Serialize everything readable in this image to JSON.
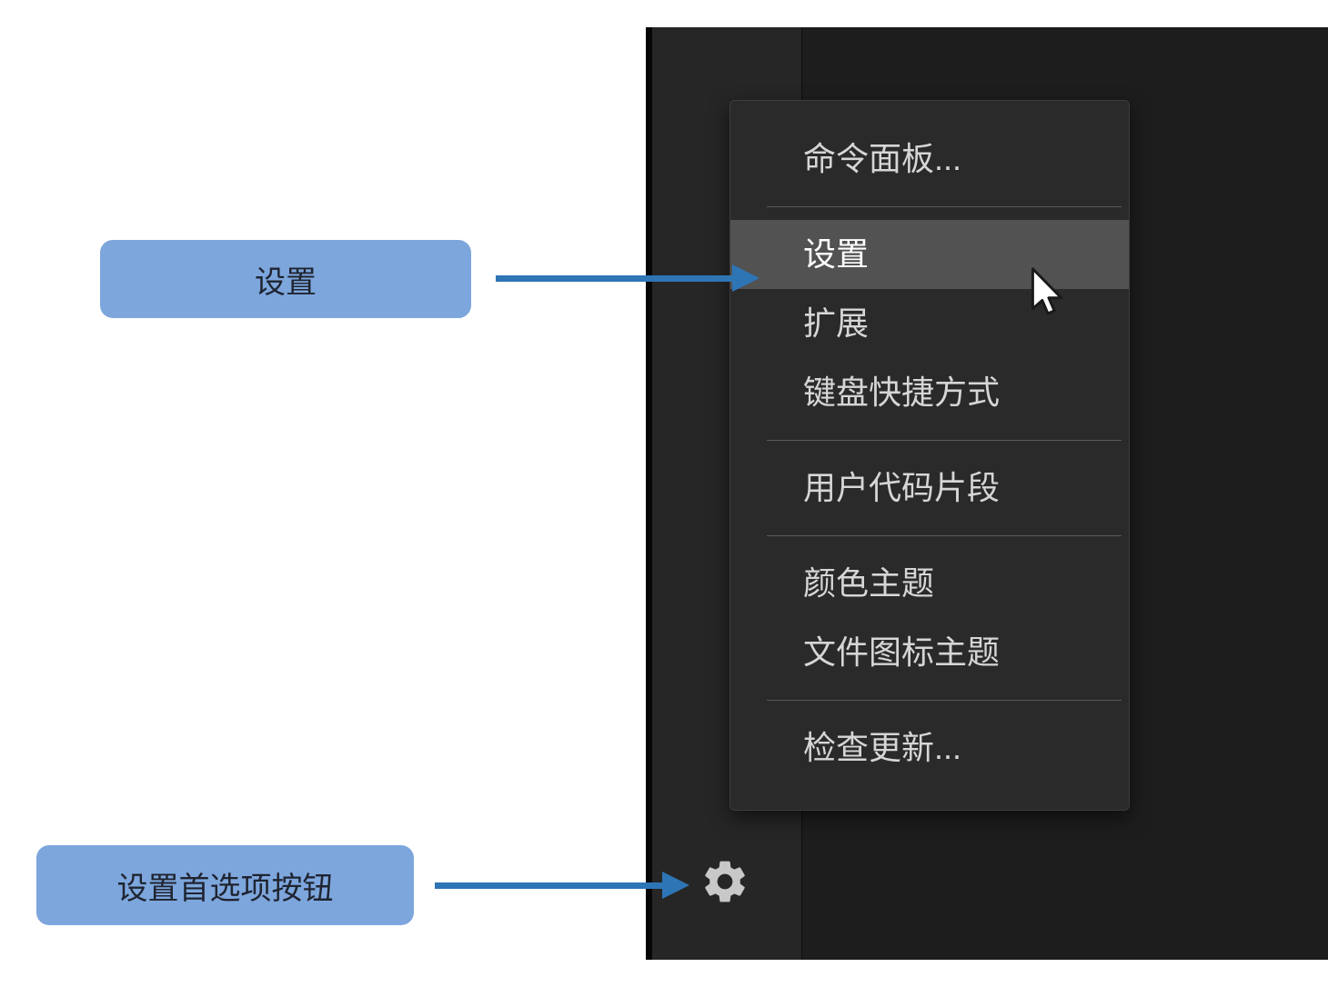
{
  "annotations": {
    "settings_callout": "设置",
    "settings_button_callout": "设置首选项按钮"
  },
  "menu": {
    "items": [
      {
        "label": "命令面板..."
      },
      {
        "label": "设置",
        "highlighted": true
      },
      {
        "label": "扩展"
      },
      {
        "label": "键盘快捷方式"
      },
      {
        "label": "用户代码片段"
      },
      {
        "label": "颜色主题"
      },
      {
        "label": "文件图标主题"
      },
      {
        "label": "检查更新..."
      }
    ],
    "highlighted_item": "设置"
  },
  "icons": {
    "gear": "gear-icon",
    "cursor": "mouse-cursor-icon"
  },
  "colors": {
    "callout-fill": "#7da6dd",
    "callout-text": "#1f2430",
    "arrow-blue": "#2e75b6",
    "panel-bg": "#1d1d1d",
    "activitybar-bg": "#262626",
    "menu-bg": "#2a2a2b",
    "menu-text": "#d6d6d6",
    "menu-highlight": "#525252",
    "separator": "#5a5a5a"
  }
}
